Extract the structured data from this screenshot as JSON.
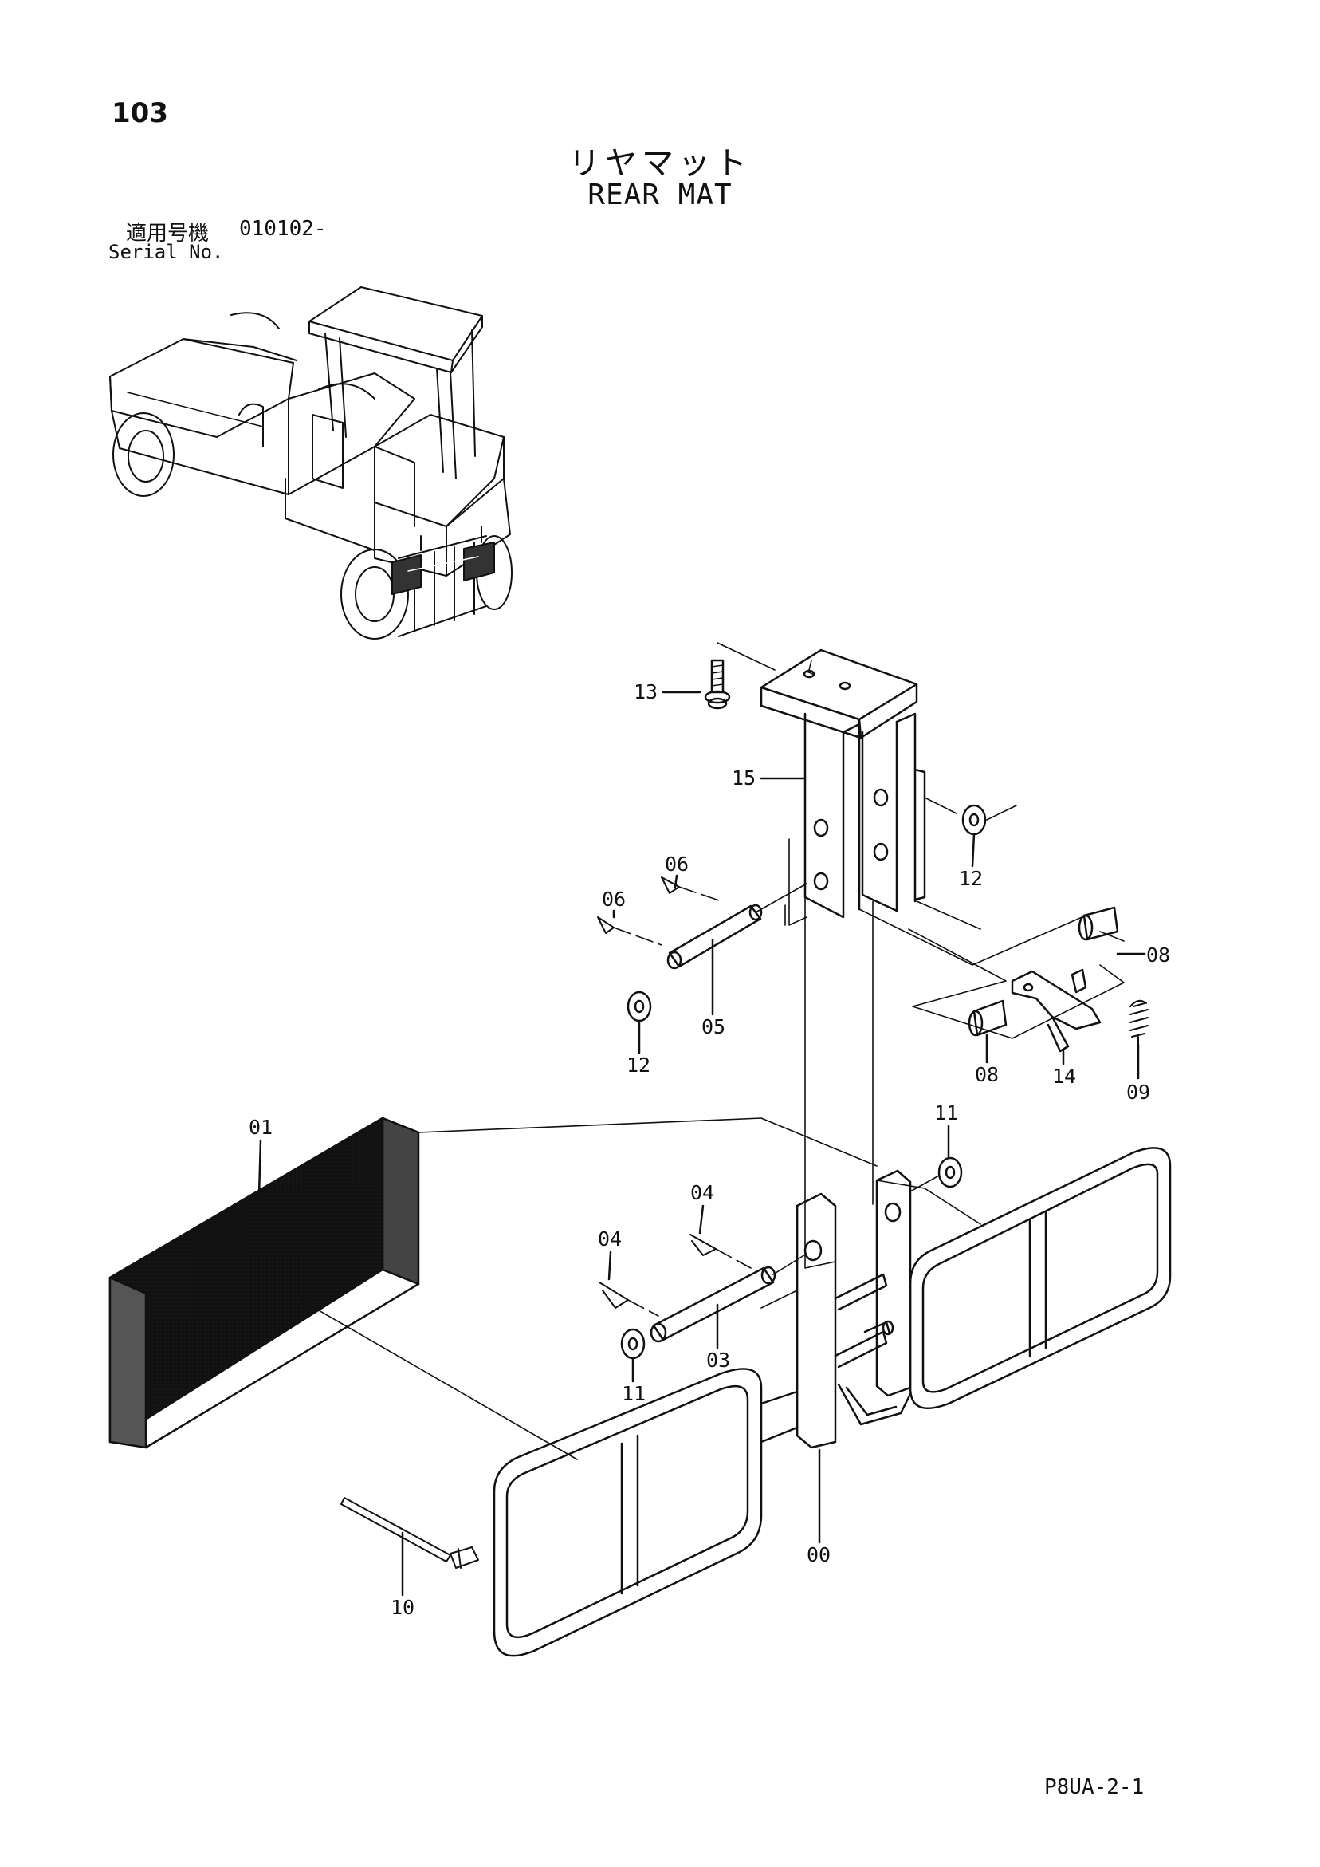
{
  "page_number": "103",
  "title_jp": "リヤマット",
  "title_en": "REAR MAT",
  "serial": {
    "label_jp": "適用号機",
    "value": "010102-",
    "label_en": "Serial No."
  },
  "footer_code": "P8UA-2-1",
  "part_labels": {
    "p00": "00",
    "p01": "01",
    "p03": "03",
    "p04a": "04",
    "p04b": "04",
    "p05": "05",
    "p06a": "06",
    "p06b": "06",
    "p08a": "08",
    "p08b": "08",
    "p09": "09",
    "p10": "10",
    "p11a": "11",
    "p11b": "11",
    "p12a": "12",
    "p12b": "12",
    "p13": "13",
    "p14": "14",
    "p15": "15"
  }
}
